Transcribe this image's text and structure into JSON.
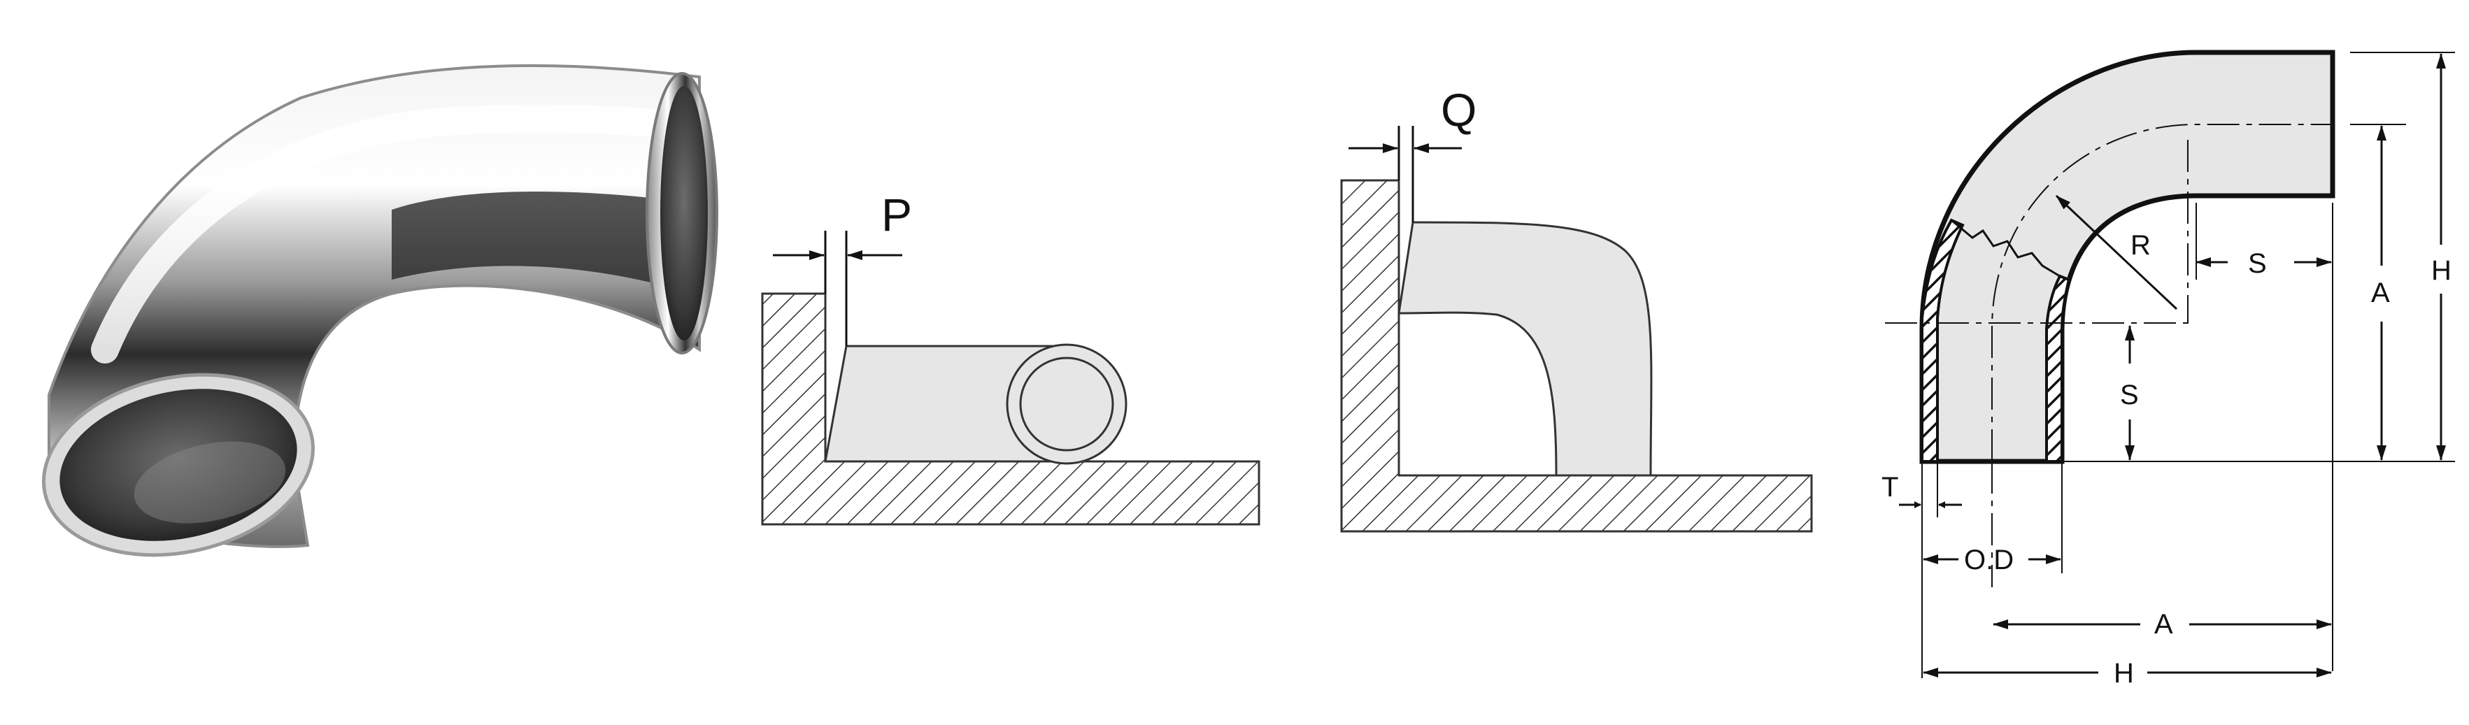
{
  "diagram": {
    "photo": {
      "name": "stainless-elbow-photo"
    },
    "figure_p": {
      "label": "P"
    },
    "figure_q": {
      "label": "Q"
    },
    "figure_dims": {
      "labels": {
        "r": "R",
        "s_h": "S",
        "s_v": "S",
        "a_v": "A",
        "h_v": "H",
        "t": "T",
        "od": "O.D",
        "a_h": "A",
        "h_h": "H"
      }
    }
  }
}
